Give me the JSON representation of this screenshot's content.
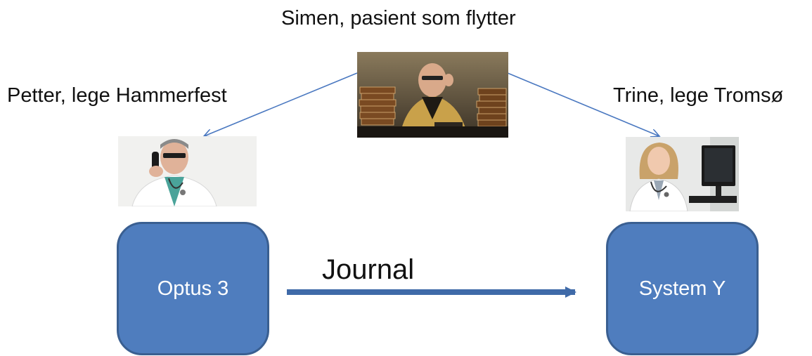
{
  "labels": {
    "simen": "Simen, pasient som flytter",
    "petter": "Petter, lege Hammerfest",
    "trine": "Trine, lege Tromsø",
    "journal": "Journal"
  },
  "systems": {
    "left": "Optus 3",
    "right": "System Y"
  },
  "colors": {
    "box_fill": "#4f7dbe",
    "box_border": "#3a5f91",
    "arrow_thin": "#4a78c0",
    "arrow_thick": "#3f6aa8"
  }
}
